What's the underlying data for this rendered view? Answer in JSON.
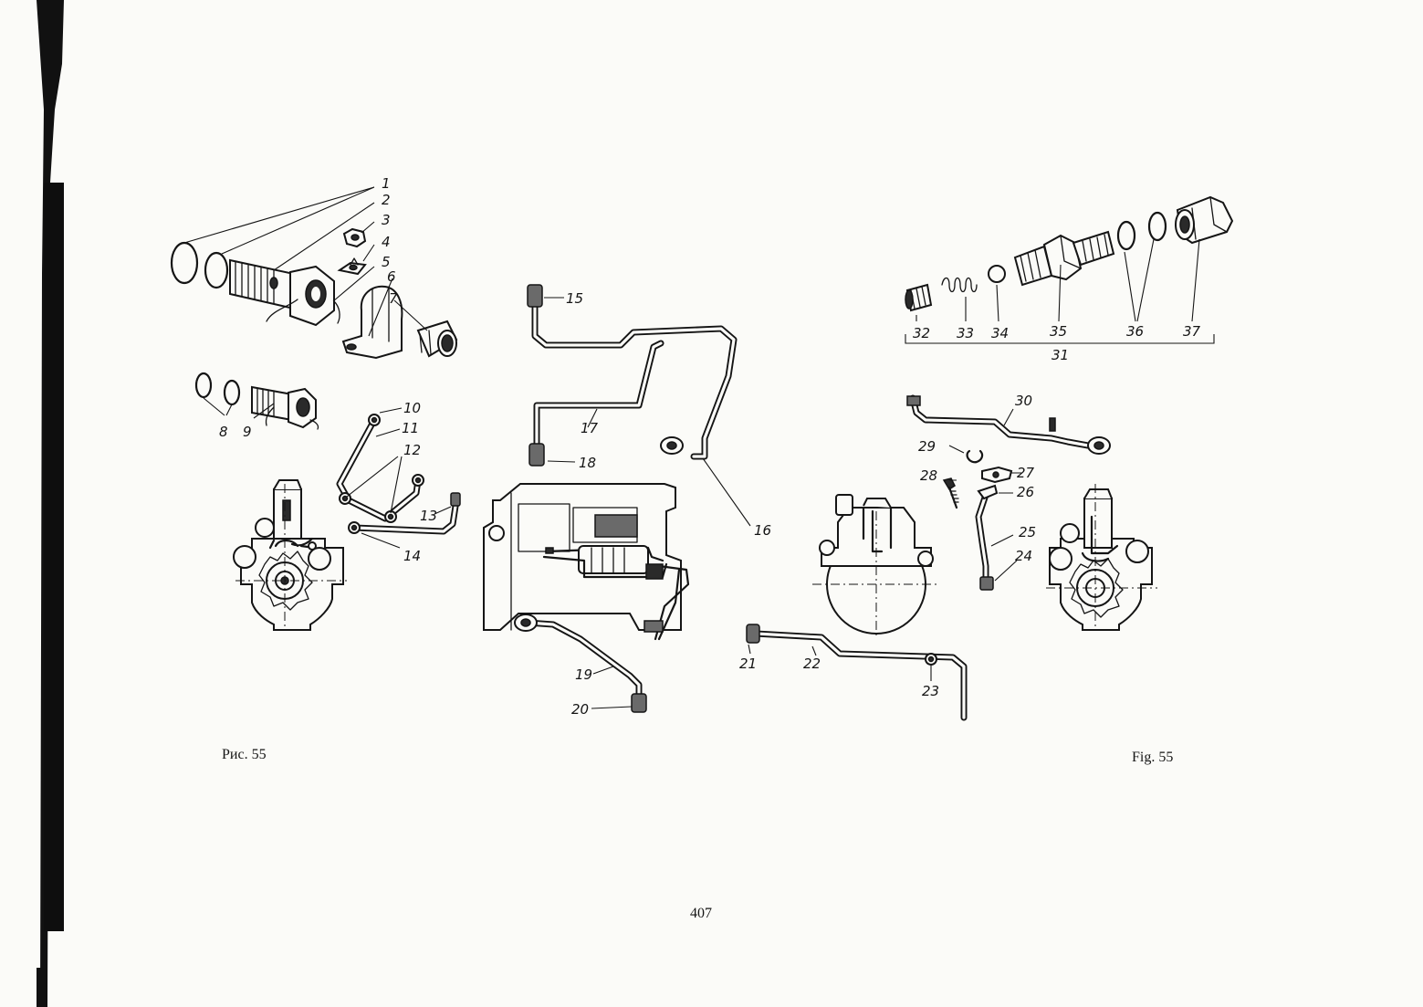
{
  "callouts": {
    "n1": "1",
    "n2": "2",
    "n3": "3",
    "n4": "4",
    "n5": "5",
    "n6": "6",
    "n7": "7",
    "n8": "8",
    "n9": "9",
    "n10": "10",
    "n11": "11",
    "n12": "12",
    "n13": "13",
    "n14": "14",
    "n15": "15",
    "n16": "16",
    "n17": "17",
    "n18": "18",
    "n19": "19",
    "n20": "20",
    "n21": "21",
    "n22": "22",
    "n23": "23",
    "n24": "24",
    "n25": "25",
    "n26": "26",
    "n27": "27",
    "n28": "28",
    "n29": "29",
    "n30": "30",
    "n31": "31",
    "n32": "32",
    "n33": "33",
    "n34": "34",
    "n35": "35",
    "n36": "36",
    "n37": "37"
  },
  "captions": {
    "left": "Рис. 55",
    "right": "Fig. 55"
  },
  "page_number": "407",
  "colors": {
    "ink": "#151515",
    "paper": "#fbfbf8"
  }
}
